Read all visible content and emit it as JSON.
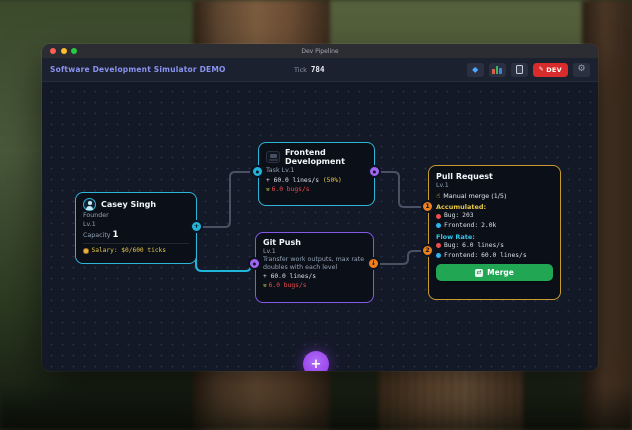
{
  "colors": {
    "founder_accent": "#2fb5d9",
    "frontend_accent": "#2fb5d9",
    "git_accent": "#8458e8",
    "pr_accent": "#c79a2e",
    "port_cyan": "#1fb6d9",
    "port_purple": "#a264f2",
    "port_orange": "#f0801c",
    "merge_green": "#21a654",
    "dev_red": "#d82c2c",
    "bug_red": "#ef4d4d",
    "frontend_blue": "#2fb5ee",
    "accent_yellow": "#e8c84a",
    "flow_cyan": "#35c5e8",
    "traffic_red": "#ff5f57",
    "traffic_yellow": "#febc2e",
    "traffic_green": "#28c840"
  },
  "titlebar": {
    "title": "Dev Pipeline"
  },
  "header": {
    "app_title": "Software Development Simulator DEMO",
    "tick_label": "Tick",
    "tick_value": "784",
    "dev_button_label": "DEV"
  },
  "icons": {
    "gem": "◆",
    "gear": "⚙",
    "pencil": "✎",
    "hand": "☝",
    "wrench": "⚒",
    "merge": "⇄",
    "fab_plus": "+",
    "casey_out_port": "+",
    "frontend_in_port": "●",
    "frontend_out_port": "●",
    "git_in_port": "●",
    "git_out_port": "↓"
  },
  "nodes": {
    "founder": {
      "title": "Casey Singh",
      "role": "Founder",
      "level": "Lv.1",
      "capacity_label": "Capacity",
      "capacity_value": "1",
      "salary": "Salary: $0/600 ticks"
    },
    "frontend": {
      "title": "Frontend Development",
      "task_level": "Task Lv.1",
      "rate": "+ 60.0 lines/s",
      "rate_pct": "(50%)",
      "bugs": "6.0 bugs/s"
    },
    "git_push": {
      "title": "Git Push",
      "level": "Lv.1",
      "description": "Transfer work outputs, max rate doubles with each level",
      "rate": "+ 60.0 lines/s",
      "bugs": "6.0 bugs/s"
    },
    "pull_request": {
      "title": "Pull Request",
      "level": "Lv.1",
      "manual_merge": "Manual merge (1/5)",
      "accumulated_label": "Accumulated:",
      "accumulated": [
        {
          "label": "Bug:",
          "value": "203"
        },
        {
          "label": "Frontend:",
          "value": "2.0k"
        }
      ],
      "flow_label": "Flow Rate:",
      "flow": [
        {
          "label": "Bug:",
          "value": "6.0 lines/s"
        },
        {
          "label": "Frontend:",
          "value": "60.0 lines/s"
        }
      ],
      "merge_label": "Merge"
    }
  },
  "ports": {
    "pr_in_1": "1",
    "pr_in_2": "2"
  }
}
